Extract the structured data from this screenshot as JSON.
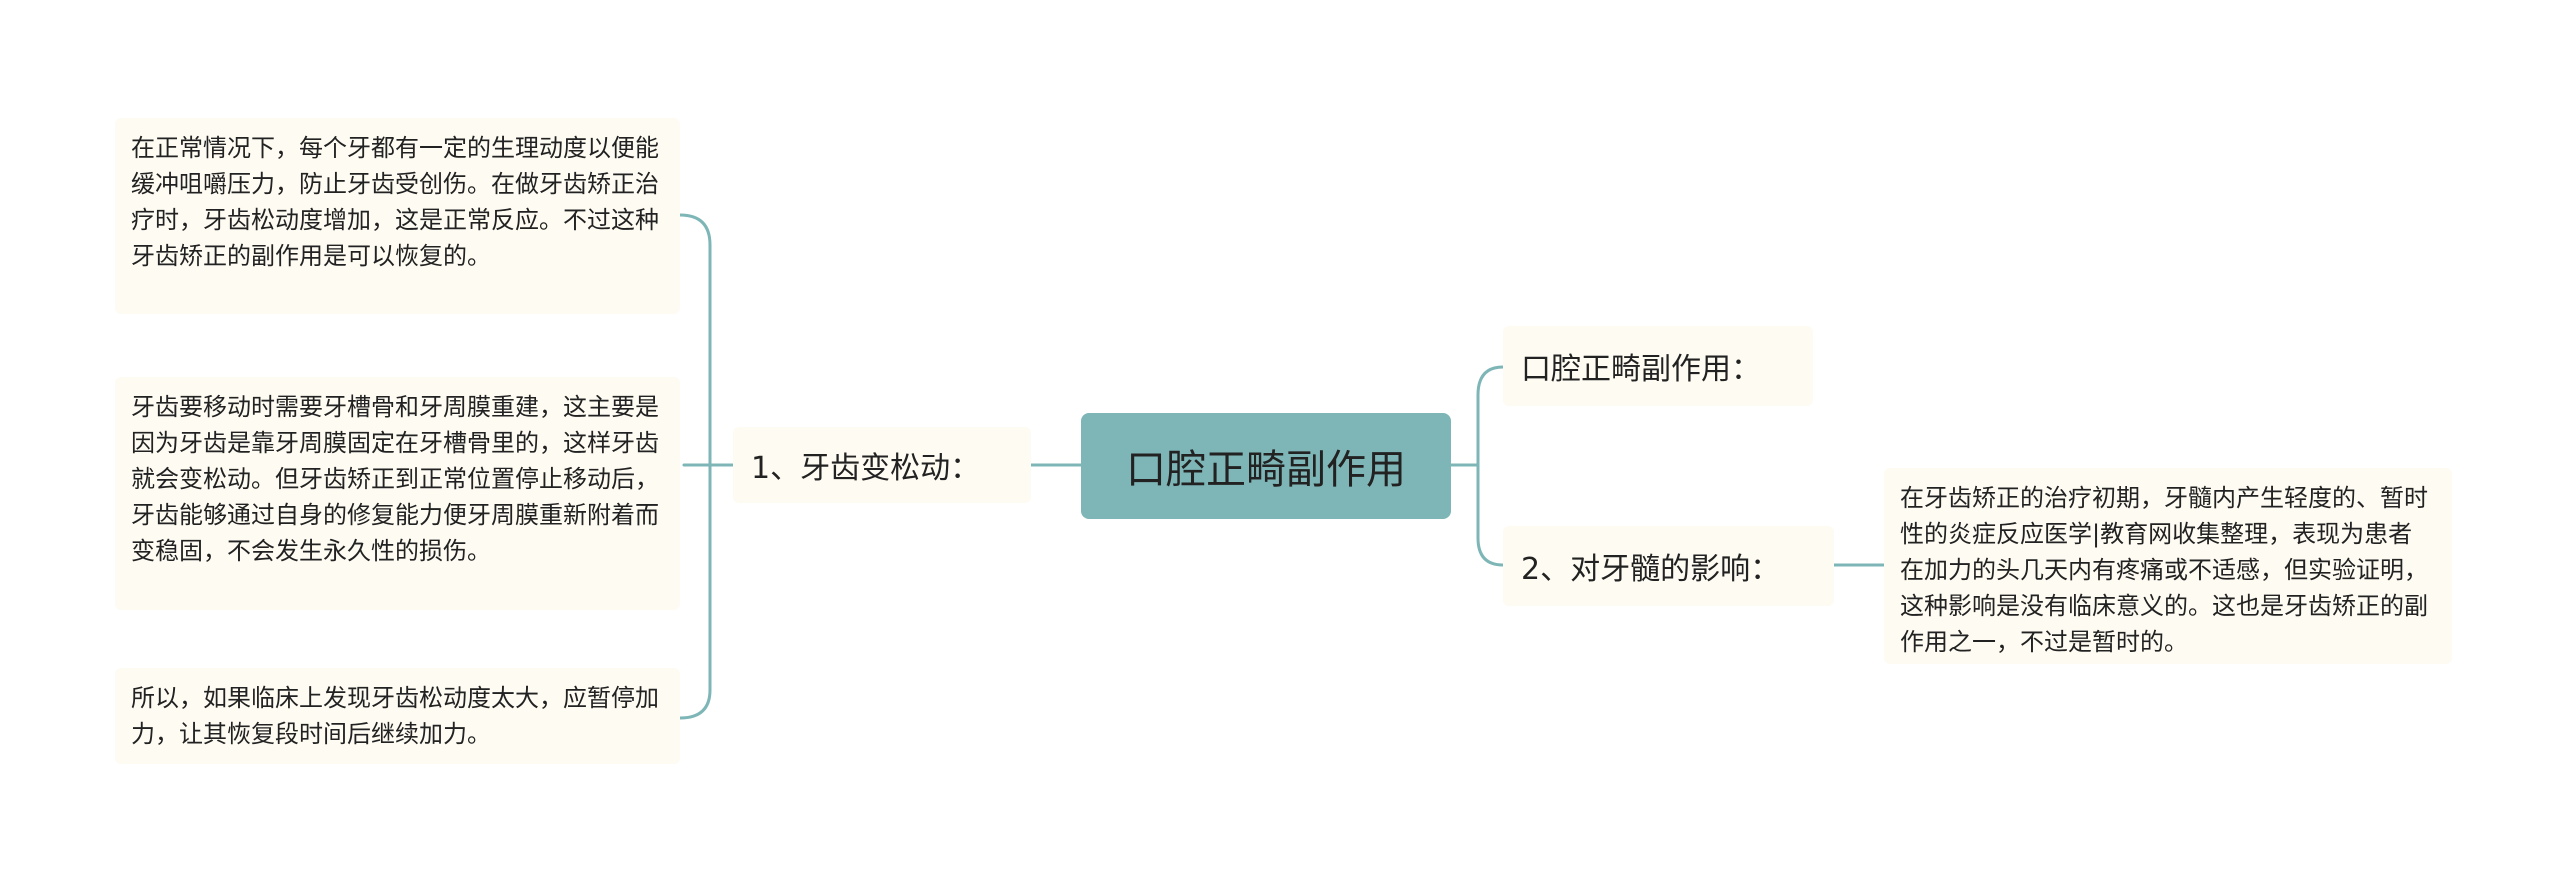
{
  "root": {
    "label": "口腔正畸副作用"
  },
  "branches": [
    {
      "label": "1、牙齿变松动：",
      "children": [
        "在正常情况下，每个牙都有一定的生理动度以便能缓冲咀嚼压力，防止牙齿受创伤。在做牙齿矫正治疗时，牙齿松动度增加，这是正常反应。不过这种牙齿矫正的副作用是可以恢复的。",
        "牙齿要移动时需要牙槽骨和牙周膜重建，这主要是因为牙齿是靠牙周膜固定在牙槽骨里的，这样牙齿就会变松动。但牙齿矫正到正常位置停止移动后，牙齿能够通过自身的修复能力便牙周膜重新附着而变稳固，不会发生永久性的损伤。",
        "所以，如果临床上发现牙齿松动度太大，应暂停加力，让其恢复段时间后继续加力。"
      ]
    },
    {
      "label": "口腔正畸副作用："
    },
    {
      "label": "2、对牙髓的影响：",
      "children": [
        "在牙齿矫正的治疗初期，牙髓内产生轻度的、暂时性的炎症反应医学|教育网收集整理，表现为患者在加力的头几天内有疼痛或不适感，但实验证明，这种影响是没有临床意义的。这也是牙齿矫正的副作用之一，不过是暂时的。"
      ]
    }
  ],
  "colors": {
    "root_fill": "#7eb6b7",
    "node_fill": "#fefbf2",
    "connector": "#7eb6b7",
    "text": "#222222"
  }
}
